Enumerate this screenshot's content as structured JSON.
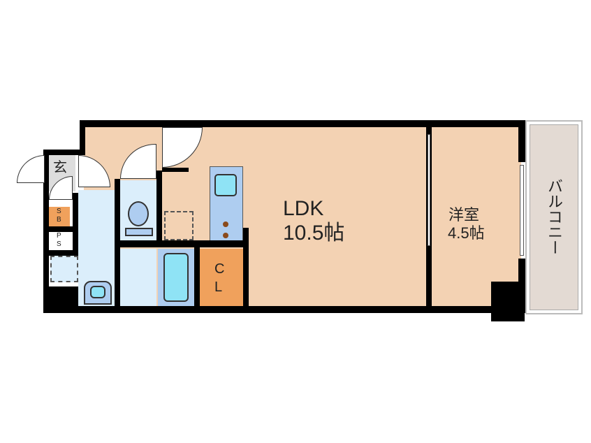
{
  "floorplan": {
    "rooms": {
      "ldk": {
        "name": "LDK",
        "size": "10.5帖"
      },
      "western": {
        "name": "洋室",
        "size": "4.5帖"
      },
      "balcony": {
        "name": "バルコニー"
      },
      "entrance": {
        "name": "玄"
      },
      "shoe_box": {
        "line1": "S",
        "line2": "B"
      },
      "pipe_space": {
        "line1": "P",
        "line2": "S"
      },
      "closet": {
        "line1": "C",
        "line2": "L"
      }
    },
    "colors": {
      "floor": "#f3d2b3",
      "wet_area": "#dbeefb",
      "fixture": "#8fe3f5",
      "closet": "#f0a15c",
      "balcony": "#e3dad3",
      "wall": "#000000"
    }
  }
}
